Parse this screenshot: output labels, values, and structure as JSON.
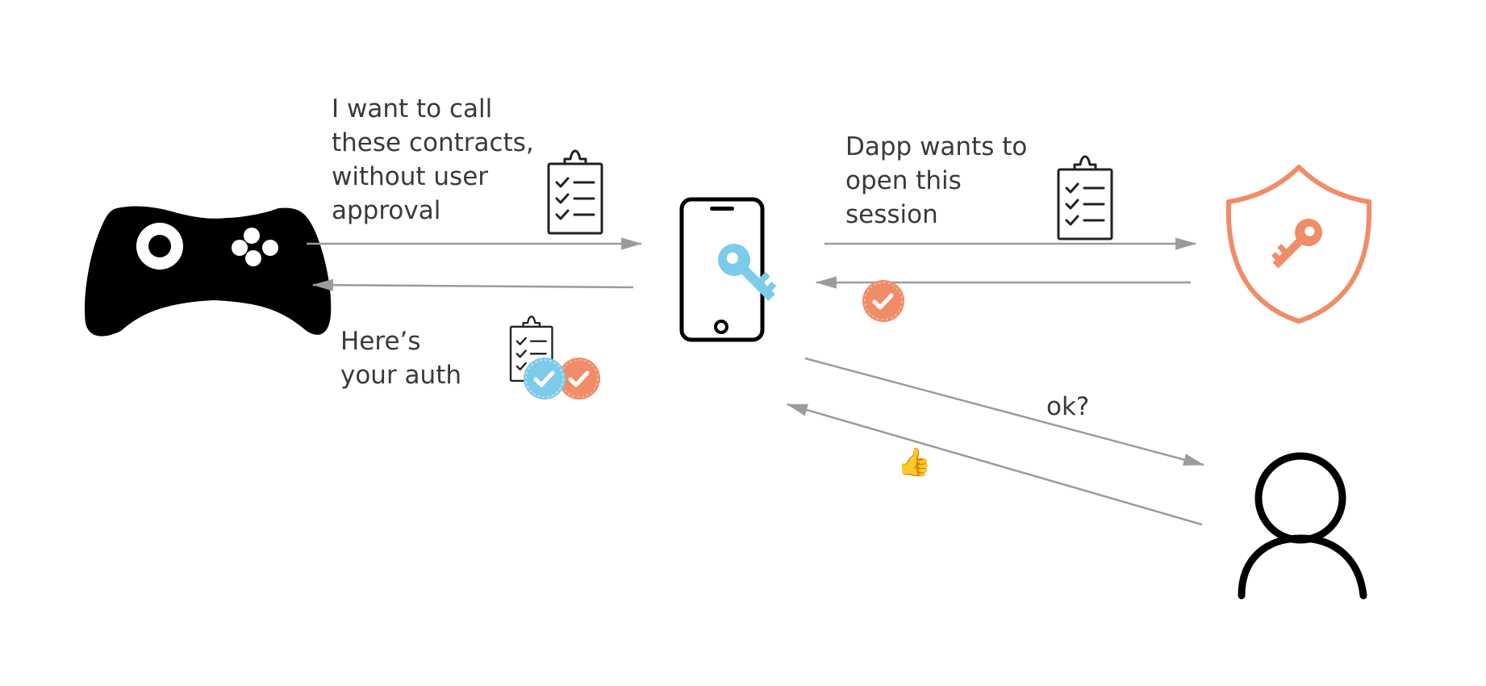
{
  "messages": {
    "dapp_request": "I want to call\nthese contracts,\nwithout user\napproval",
    "wallet_response": "Here’s\nyour auth",
    "session_request": "Dapp wants to\nopen this\nsession",
    "user_prompt": "ok?",
    "user_reply_emoji": "👍"
  },
  "icons": {
    "dapp": "game-controller-icon",
    "wallet": "smartphone-key-icon",
    "signer": "shield-key-icon",
    "user": "user-icon",
    "permissions": "clipboard-checklist-icon",
    "approval": "verified-badge-icon"
  },
  "colors": {
    "arrow": "#9b9b9b",
    "text": "#3a3a3a",
    "key_blue": "#7ccbea",
    "signer_orange": "#f08c68",
    "icon_black": "#000000"
  }
}
